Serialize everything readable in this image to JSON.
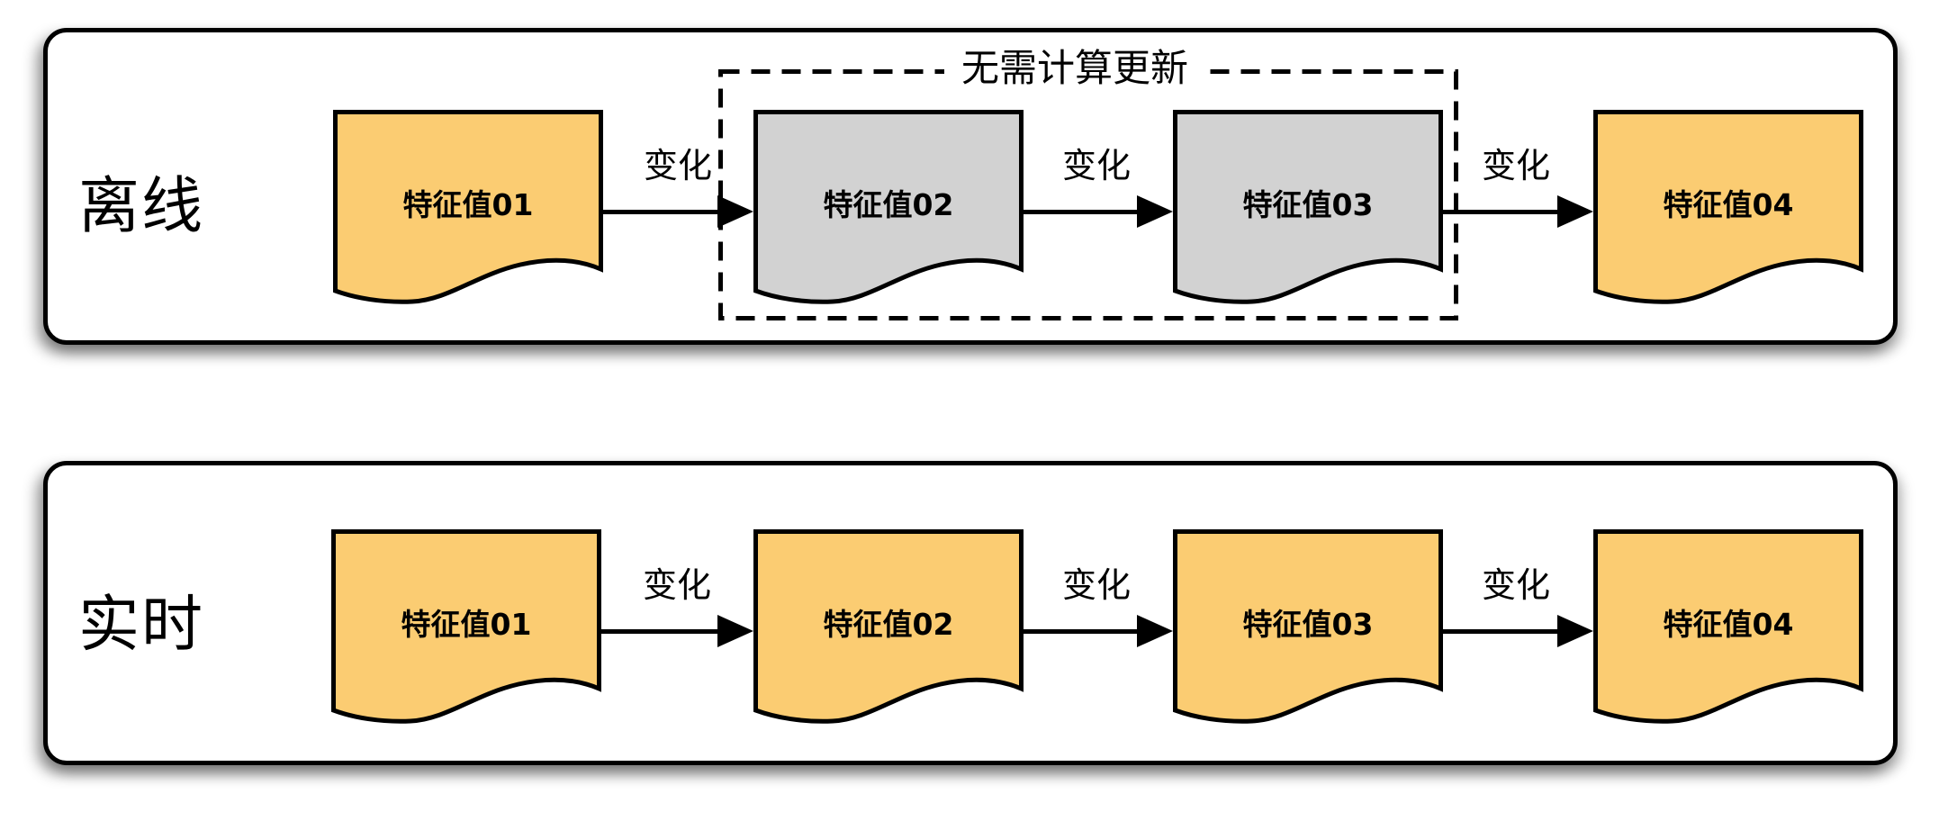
{
  "diagram": {
    "colors": {
      "doc_highlight": "#FBCC72",
      "doc_muted": "#D2D2D2",
      "stroke": "#000000",
      "panel_background": "#FFFFFF"
    },
    "rows": [
      {
        "label": "离线",
        "docs": [
          {
            "label": "特征值01",
            "variant": "highlight"
          },
          {
            "label": "特征值02",
            "variant": "muted"
          },
          {
            "label": "特征值03",
            "variant": "muted"
          },
          {
            "label": "特征值04",
            "variant": "highlight"
          }
        ],
        "arrow_labels": [
          "变化",
          "变化",
          "变化"
        ],
        "annotation": "无需计算更新"
      },
      {
        "label": "实时",
        "docs": [
          {
            "label": "特征值01",
            "variant": "highlight"
          },
          {
            "label": "特征值02",
            "variant": "highlight"
          },
          {
            "label": "特征值03",
            "variant": "highlight"
          },
          {
            "label": "特征值04",
            "variant": "highlight"
          }
        ],
        "arrow_labels": [
          "变化",
          "变化",
          "变化"
        ]
      }
    ]
  }
}
